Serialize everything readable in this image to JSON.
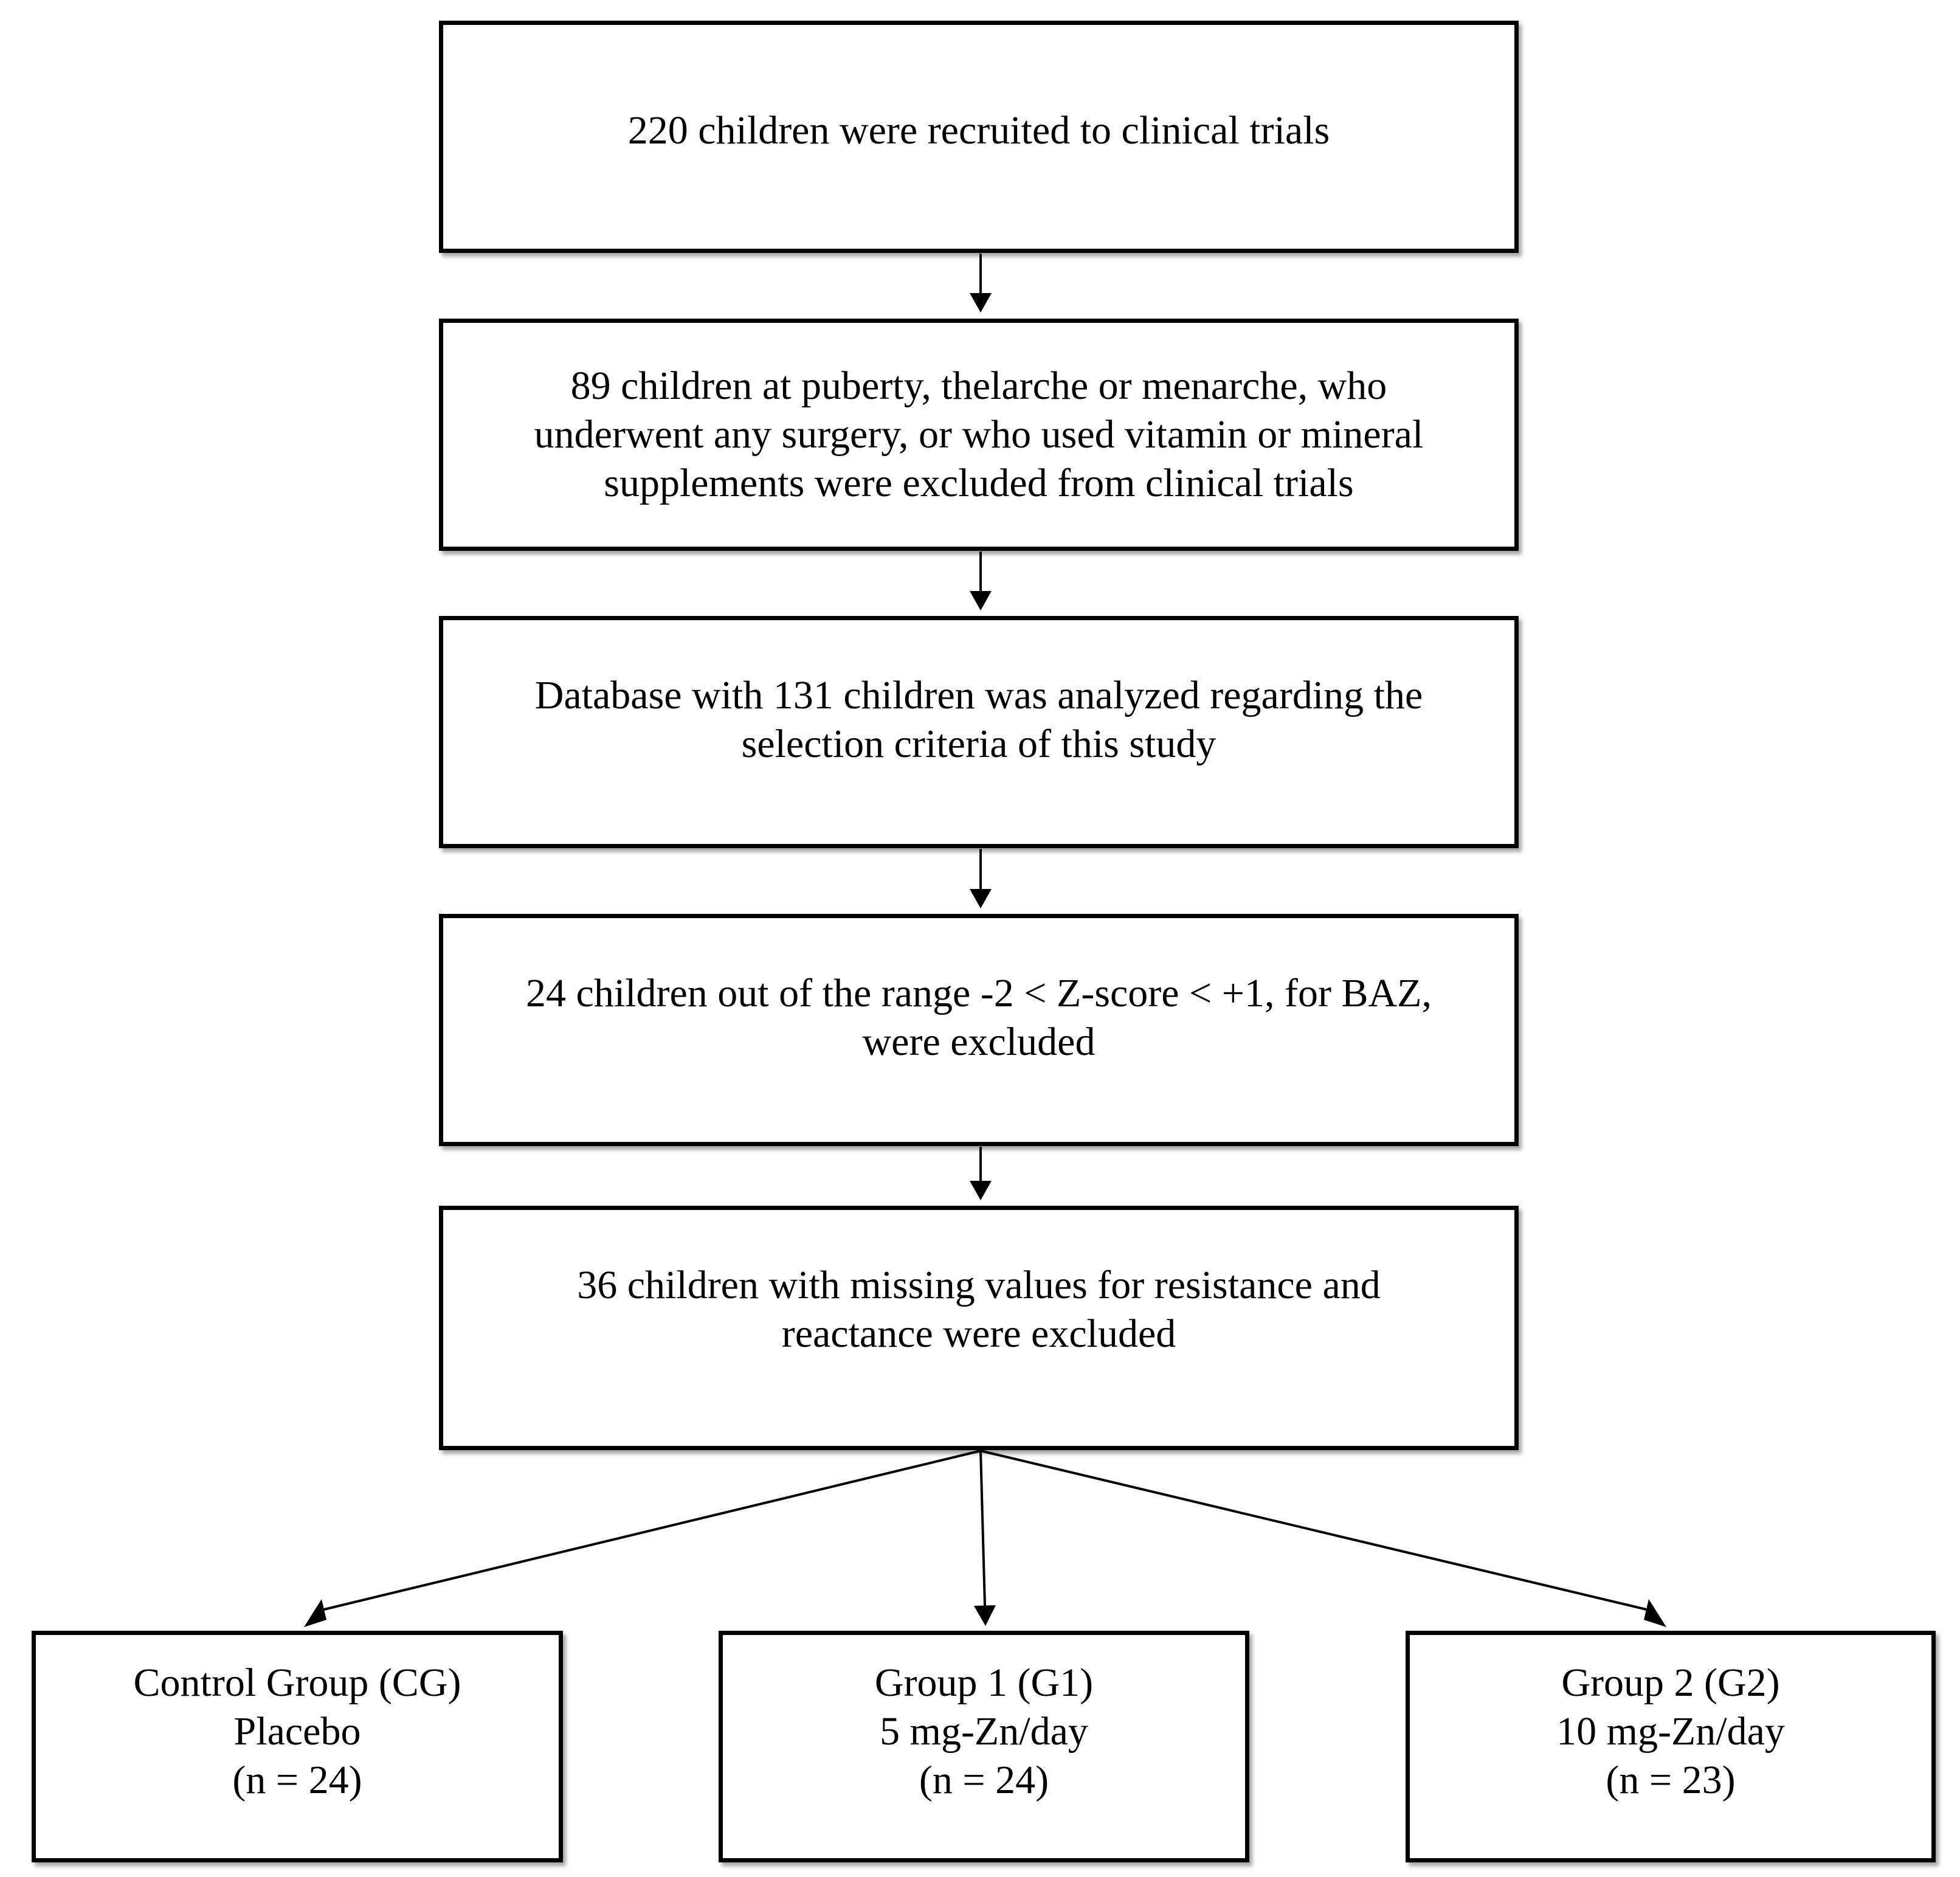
{
  "flow": {
    "steps": [
      "220 children were recruited to clinical trials",
      "89 children at puberty, thelarche or menarche, who\nunderwent any surgery, or who used vitamin or mineral\nsupplements were excluded from clinical trials",
      "Database with 131 children was analyzed regarding the\nselection criteria of this study",
      "24 children out of the range -2 < Z-score < +1, for BAZ,\nwere excluded",
      "36 children with missing values for resistance and\nreactance were excluded"
    ]
  },
  "groups": [
    {
      "name": "Control Group (CG)",
      "dose": "Placebo",
      "n": "(n = 24)"
    },
    {
      "name": "Group 1 (G1)",
      "dose": "5 mg-Zn/day",
      "n": "(n = 24)"
    },
    {
      "name": "Group 2 (G2)",
      "dose": "10 mg-Zn/day",
      "n": "(n = 23)"
    }
  ]
}
